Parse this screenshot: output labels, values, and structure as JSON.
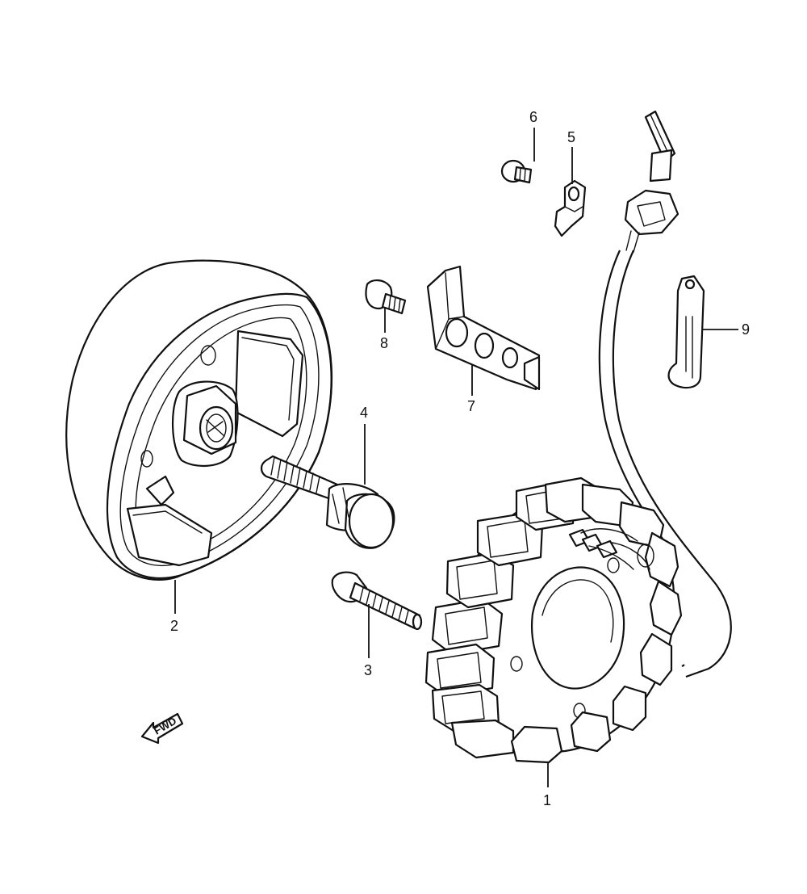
{
  "callouts": {
    "p1": "1",
    "p2": "2",
    "p3": "3",
    "p4": "4",
    "p5": "5",
    "p6": "6",
    "p7": "7",
    "p8": "8",
    "p9": "9"
  },
  "fwd_label": "FWD"
}
